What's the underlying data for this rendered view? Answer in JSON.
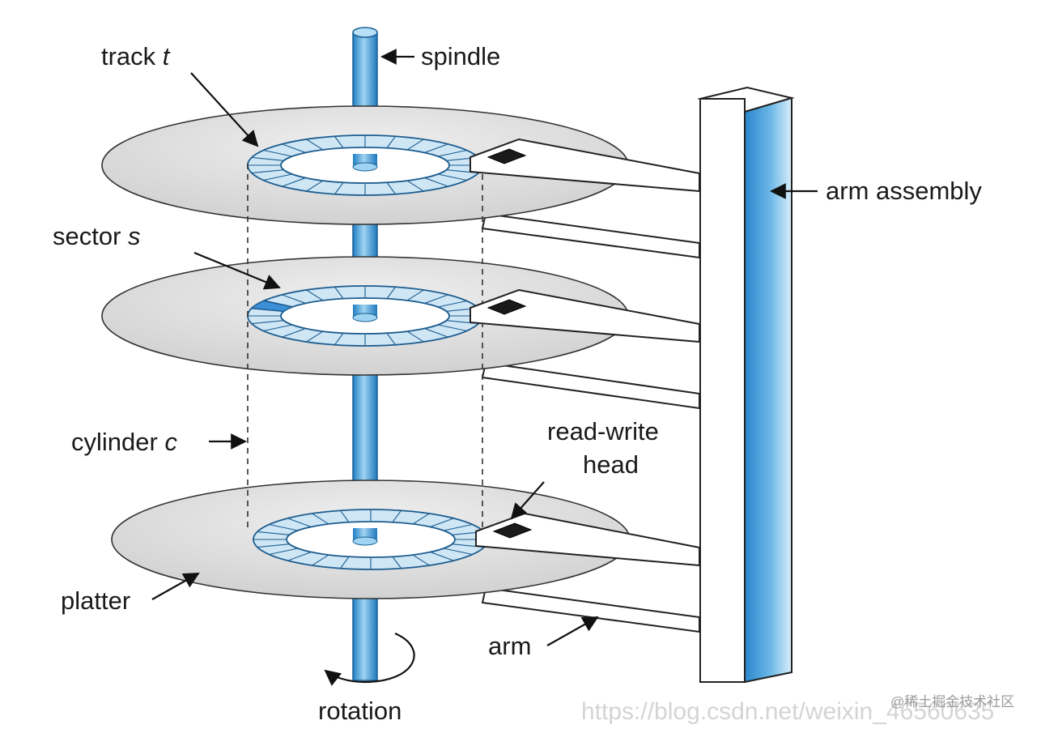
{
  "diagram": {
    "labels": {
      "track": {
        "text": "track ",
        "var": "t"
      },
      "spindle": "spindle",
      "arm_assembly": "arm assembly",
      "sector": {
        "text": "sector ",
        "var": "s"
      },
      "cylinder": {
        "text": "cylinder ",
        "var": "c"
      },
      "read_write_line1": "read-write",
      "read_write_line2": "head",
      "platter": "platter",
      "arm": "arm",
      "rotation": "rotation"
    },
    "watermark": {
      "url": "https://blog.csdn.net/weixin_46560635",
      "site": "@稀土掘金技术社区"
    },
    "colors": {
      "spindle_blue": "#2f8fd0",
      "track_fill": "#cfe6f5",
      "sector_fill": "#3a8fd6",
      "platter_fill": "#d6d6d6",
      "head_fill": "#1a1a1a"
    }
  }
}
